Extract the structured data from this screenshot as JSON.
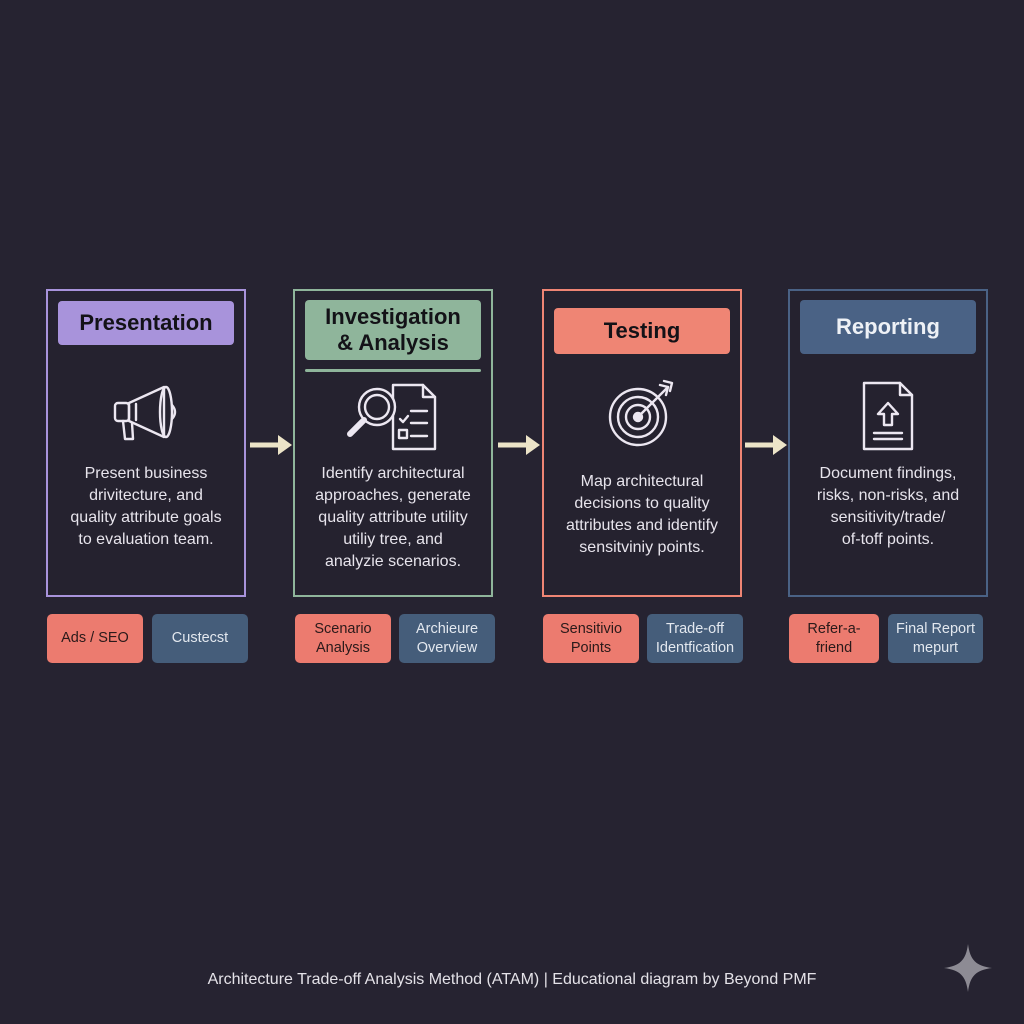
{
  "colors": {
    "background": "#262331",
    "presentation": "#a893db",
    "investigation": "#8fb59b",
    "testing": "#ef8574",
    "reporting": "#4a6285",
    "arrow": "#ece4c8",
    "tag_red": "#ec7b6f",
    "tag_blue": "#455d7a"
  },
  "phases": [
    {
      "title": "Presentation",
      "icon": "megaphone-icon",
      "description": "Present business\ndrivitecture, and\nquality attribute goals\nto evaluation team.",
      "tags": [
        "Ads / SEO",
        "Custecst"
      ]
    },
    {
      "title": "Investigation\n& Analysis",
      "icon": "magnifier-document-icon",
      "description": "Identify architectural\napproaches, generate\nquality attribute utility\nutiliy tree, and\nanalyzie scenarios.",
      "tags": [
        "Scenario\nAnalysis",
        "Archieure\nOverview"
      ]
    },
    {
      "title": "Testing",
      "icon": "target-icon",
      "description": "Map architectural\ndecisions to quality\nattributes and identify\nsensitviniy points.",
      "tags": [
        "Sensitivio\nPoints",
        "Trade-off\nIdentfication"
      ]
    },
    {
      "title": "Reporting",
      "icon": "document-upload-icon",
      "description": "Document findings,\nrisks, non-risks, and\nsensitivity/trade/\nof-toff points.",
      "tags": [
        "Refer-a-\nfriend",
        "Final Report\nmepurt"
      ]
    }
  ],
  "footer": "Architecture Trade-off Analysis Method (ATAM) | Educational diagram by Beyond PMF",
  "watermark_icon": "sparkle-icon"
}
